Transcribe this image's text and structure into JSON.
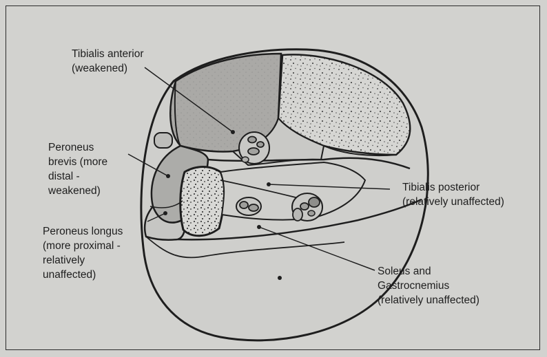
{
  "figure": {
    "labels": {
      "tibialis_anterior": "Tibialis anterior\n(weakened)",
      "peroneus_brevis": "Peroneus\nbrevis (more\ndistal -\nweakened)",
      "peroneus_longus": "Peroneus longus\n(more proximal -\nrelatively\nunaffected)",
      "tibialis_posterior": "Tibialis posterior\n(relatively unaffected)",
      "soleus_gastrocnemius": "Soleus and\nGastrocnemius\n(relatively unaffected)"
    }
  }
}
